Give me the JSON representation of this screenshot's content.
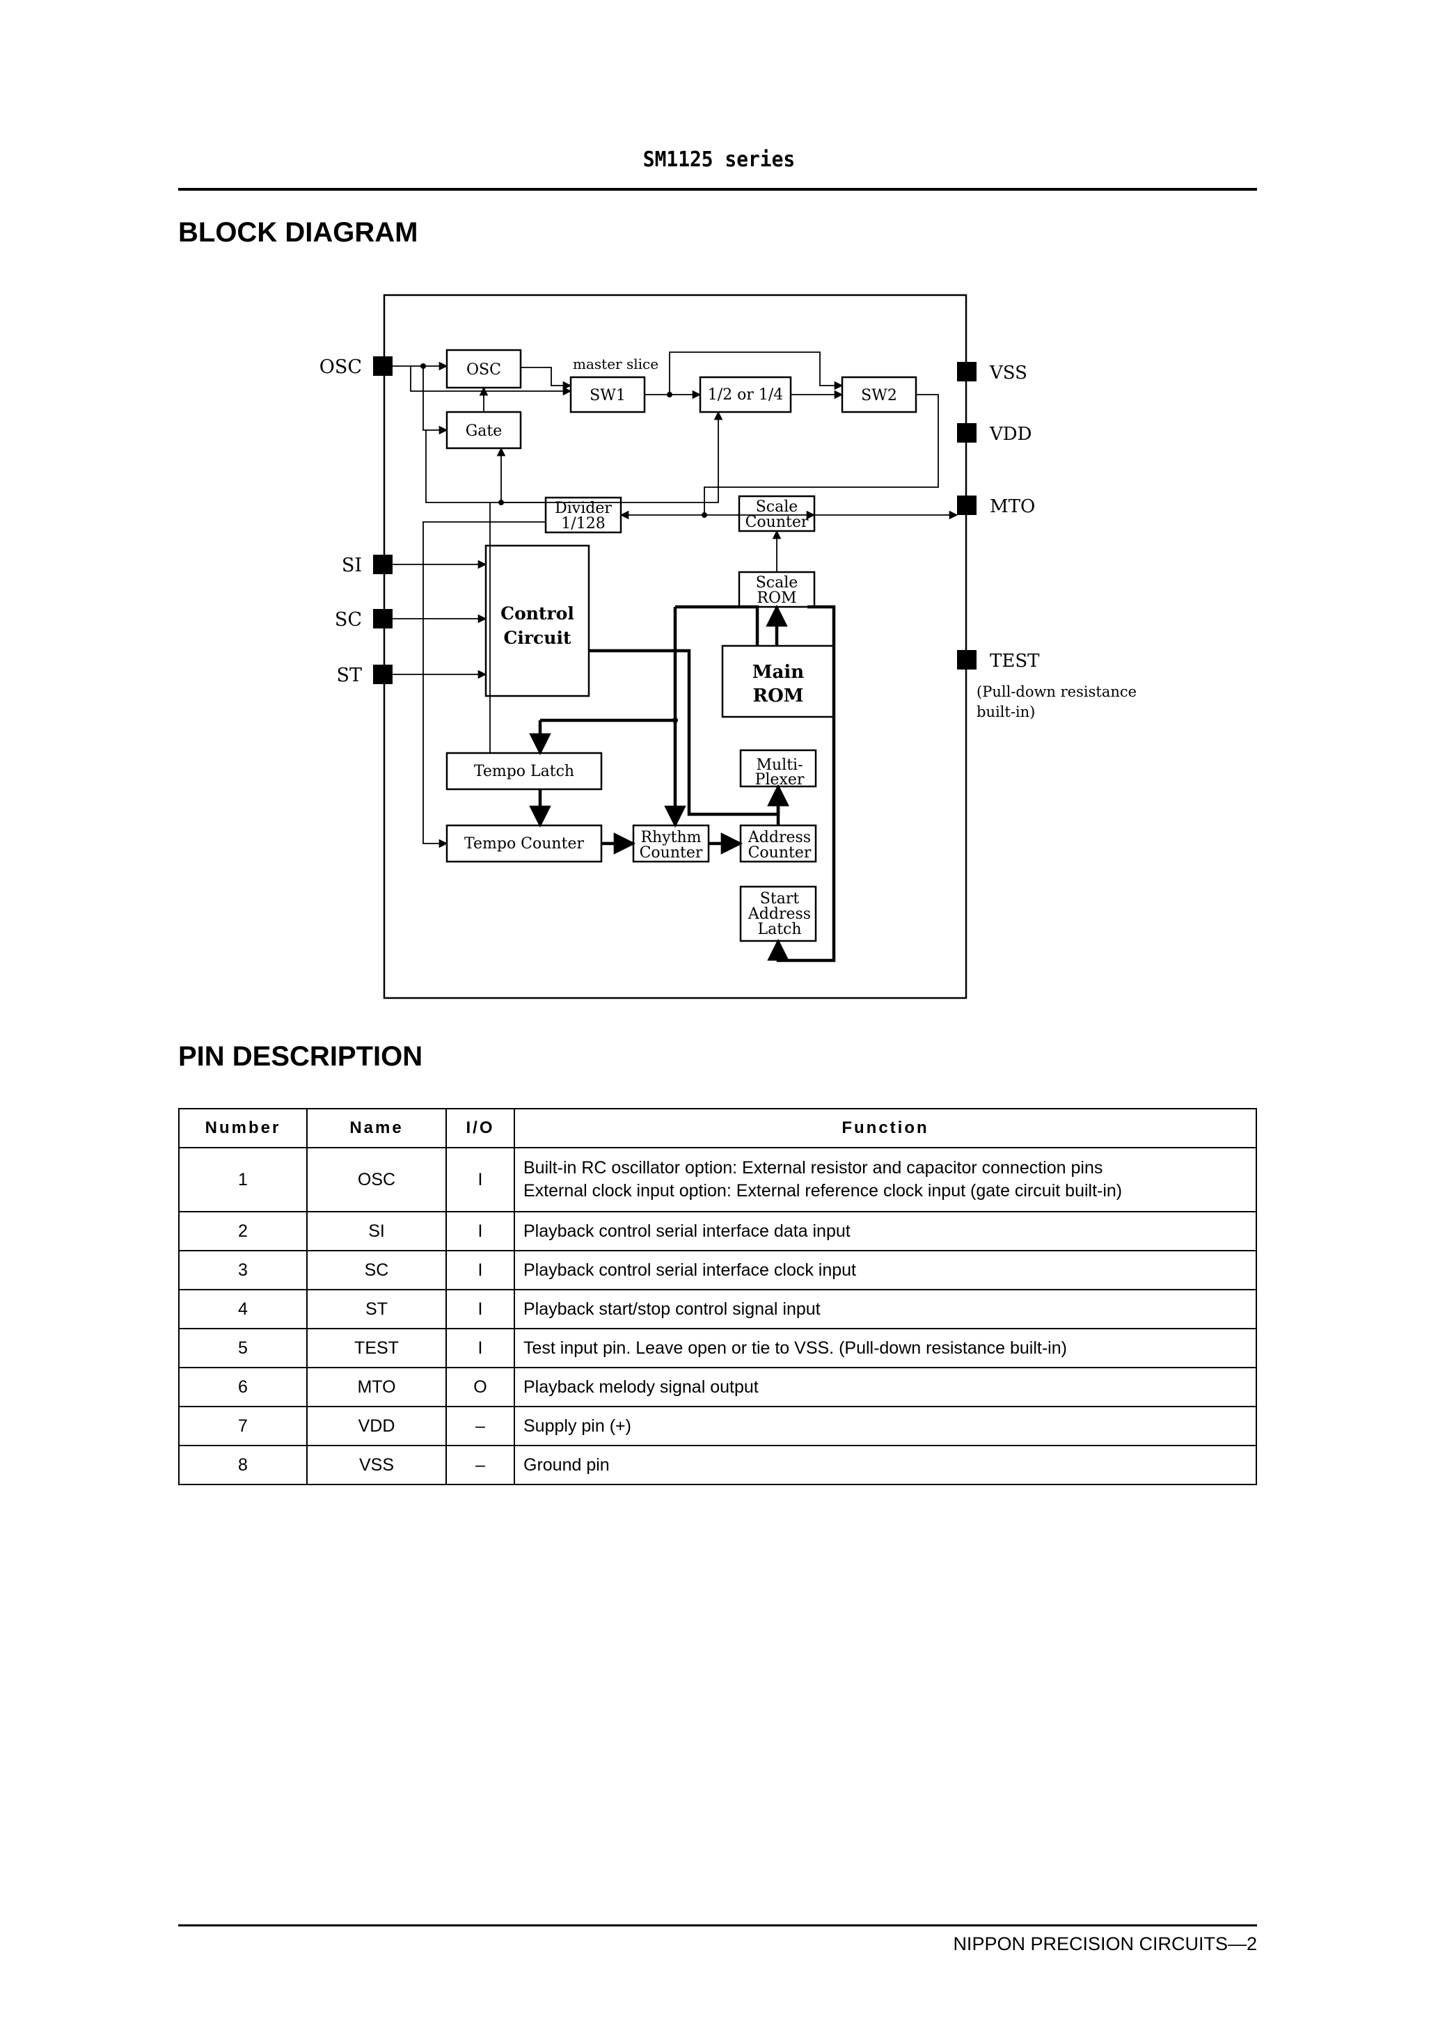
{
  "header": {
    "title": "SM1125 series"
  },
  "sections": {
    "block_diagram": "BLOCK DIAGRAM",
    "pin_description": "PIN DESCRIPTION"
  },
  "diagram": {
    "pins": {
      "osc": "OSC",
      "si": "SI",
      "sc": "SC",
      "st": "ST",
      "vss": "VSS",
      "vdd": "VDD",
      "mto": "MTO",
      "test": "TEST"
    },
    "test_note": [
      "(Pull-down resistance",
      "built-in)"
    ],
    "master_slice": "master slice",
    "blocks": {
      "osc": "OSC",
      "gate": "Gate",
      "sw1": "SW1",
      "half_quarter": "1/2 or 1/4",
      "sw2": "SW2",
      "divider": [
        "Divider",
        "1/128"
      ],
      "scale_counter": [
        "Scale",
        "Counter"
      ],
      "scale_rom": [
        "Scale",
        "ROM"
      ],
      "control_circuit": [
        "Control",
        "Circuit"
      ],
      "main_rom": [
        "Main",
        "ROM"
      ],
      "multiplexer": [
        "Multi-",
        "Plexer"
      ],
      "tempo_latch": "Tempo Latch",
      "tempo_counter": "Tempo Counter",
      "rhythm_counter": [
        "Rhythm",
        "Counter"
      ],
      "address_counter": [
        "Address",
        "Counter"
      ],
      "start_address_latch": [
        "Start",
        "Address",
        "Latch"
      ]
    }
  },
  "pin_table": {
    "headers": [
      "Number",
      "Name",
      "I/O",
      "Function"
    ],
    "rows": [
      {
        "number": "1",
        "name": "OSC",
        "io": "I",
        "function": [
          "Built-in RC oscillator option: External resistor and capacitor connection pins",
          "External clock input option: External reference clock input (gate circuit built-in)"
        ]
      },
      {
        "number": "2",
        "name": "SI",
        "io": "I",
        "function": [
          "Playback control serial interface data input"
        ]
      },
      {
        "number": "3",
        "name": "SC",
        "io": "I",
        "function": [
          "Playback control serial interface clock input"
        ]
      },
      {
        "number": "4",
        "name": "ST",
        "io": "I",
        "function": [
          "Playback start/stop control signal input"
        ]
      },
      {
        "number": "5",
        "name": "TEST",
        "io": "I",
        "function": [
          "Test input pin. Leave open or tie to VSS. (Pull-down resistance built-in)"
        ]
      },
      {
        "number": "6",
        "name": "MTO",
        "io": "O",
        "function": [
          "Playback melody signal output"
        ]
      },
      {
        "number": "7",
        "name": "VDD",
        "io": "–",
        "function": [
          "Supply pin (+)"
        ]
      },
      {
        "number": "8",
        "name": "VSS",
        "io": "–",
        "function": [
          "Ground pin"
        ]
      }
    ]
  },
  "footer": {
    "text": "NIPPON PRECISION CIRCUITS—2"
  }
}
